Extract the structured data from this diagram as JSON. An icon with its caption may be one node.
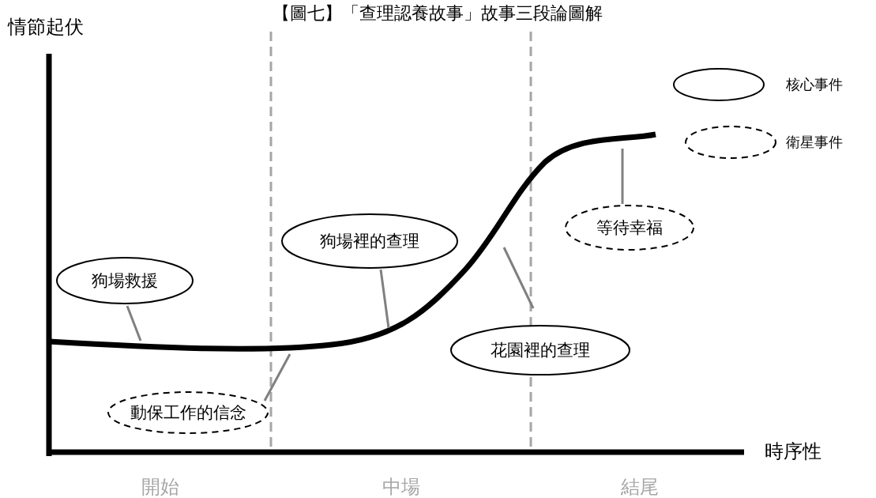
{
  "diagram": {
    "title": "【圖七】「查理認養故事」故事三段論圖解",
    "nodes": [
      {
        "text": [
          "狗場救援"
        ]
      },
      {
        "text": [
          "動保工作的信念"
        ]
      },
      {
        "text": [
          "狗場裡的查理"
        ]
      },
      {
        "text": [
          "花園裡的查理"
        ]
      },
      {
        "text": [
          "等待幸福"
        ]
      }
    ],
    "edges": [
      {
        "from": 0,
        "to": null,
        "arrow": "none"
      },
      {
        "from": 1,
        "to": null,
        "arrow": "none"
      },
      {
        "from": 2,
        "to": null,
        "arrow": "none"
      },
      {
        "from": 3,
        "to": null,
        "arrow": "none"
      },
      {
        "from": 4,
        "to": null,
        "arrow": "none"
      }
    ],
    "labels": [
      "情節起伏",
      "時序性",
      "開始",
      "中場",
      "結尾"
    ],
    "legend": [
      {
        "text": "核心事件"
      },
      {
        "text": "衛星事件"
      }
    ]
  }
}
